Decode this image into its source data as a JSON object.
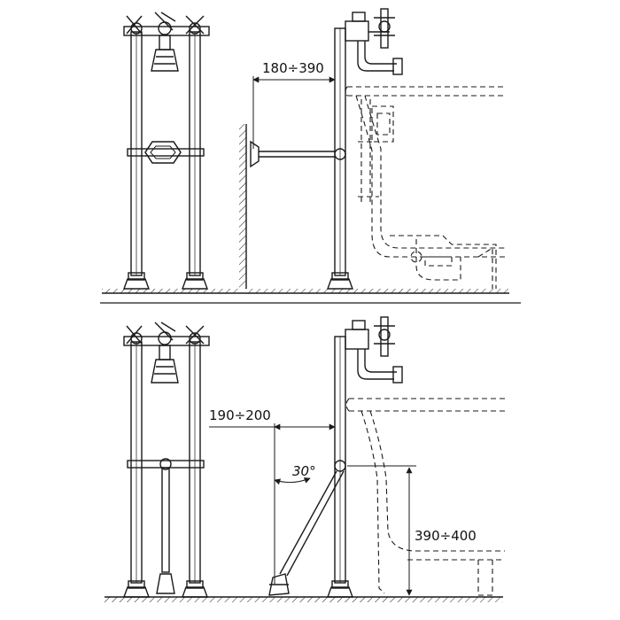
{
  "labels": {
    "top_wall_distance": "180÷390",
    "bottom_wall_distance": "190÷200",
    "bottom_angle": "30°",
    "bottom_height": "390÷400"
  },
  "colors": {
    "line": "#1a1a1a",
    "hatch": "#1a1a1a",
    "background": "#ffffff"
  }
}
